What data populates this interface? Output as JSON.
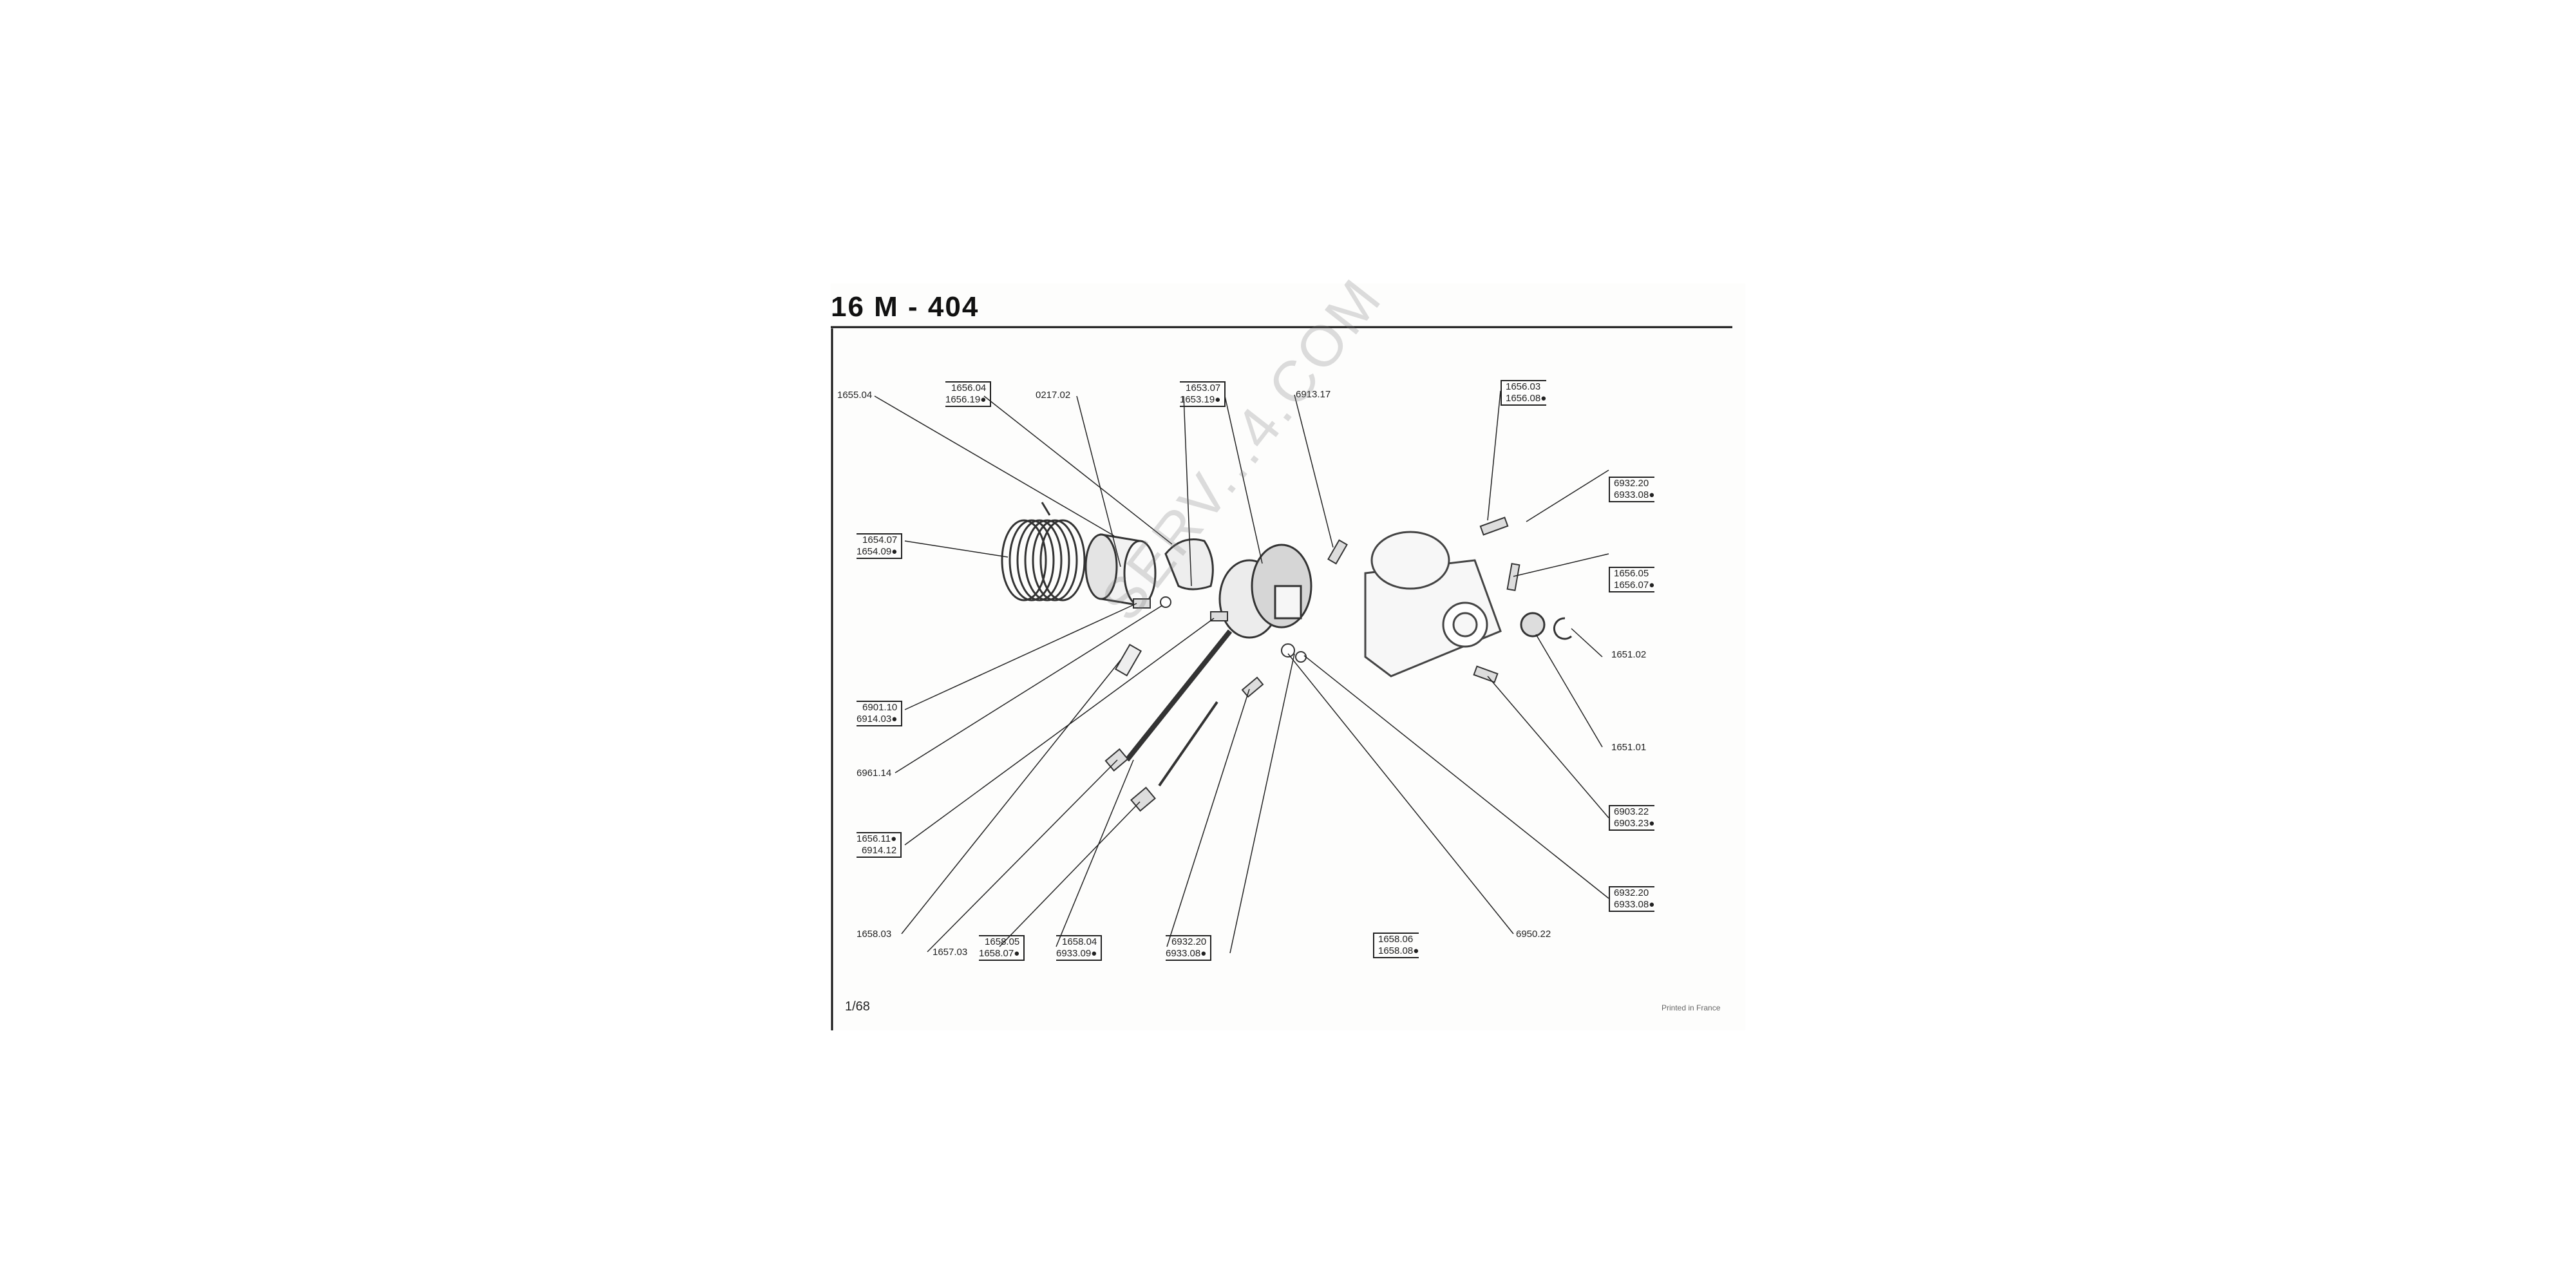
{
  "title": "16 M - 404",
  "page_number": "1/68",
  "printed": "Printed in France",
  "watermark": "SERV...4.COM",
  "labels": {
    "l1655_04": "1655.04",
    "l1656_04": "1656.04",
    "l1656_19": "1656.19●",
    "l0217_02": "0217.02",
    "l1653_07": "1653.07",
    "l1653_19": "1653.19●",
    "l6913_17": "6913.17",
    "l1656_03": "1656.03",
    "l1656_08": "1656.08●",
    "l6932_20a": "6932.20",
    "l6933_08a": "6933.08●",
    "l1654_07": "1654.07",
    "l1654_09": "1654.09●",
    "l1656_05": "1656.05",
    "l1656_07": "1656.07●",
    "l1651_02": "1651.02",
    "l6901_10": "6901.10",
    "l6914_03": "6914.03●",
    "l1651_01": "1651.01",
    "l6961_14": "6961.14",
    "l6903_22": "6903.22",
    "l6903_23": "6903.23●",
    "l1656_11": "1656.11●",
    "l6914_12": "6914.12",
    "l6932_20b": "6932.20",
    "l6933_08b": "6933.08●",
    "l1658_03": "1658.03",
    "l1657_03": "1657.03",
    "l1658_05": "1658.05",
    "l1658_07": "1658.07●",
    "l1658_04": "1658.04",
    "l6933_09": "6933.09●",
    "l6932_20c": "6932.20",
    "l6933_08c": "6933.08●",
    "l1658_06": "1658.06",
    "l1658_08": "1658.08●",
    "l6950_22": "6950.22"
  }
}
